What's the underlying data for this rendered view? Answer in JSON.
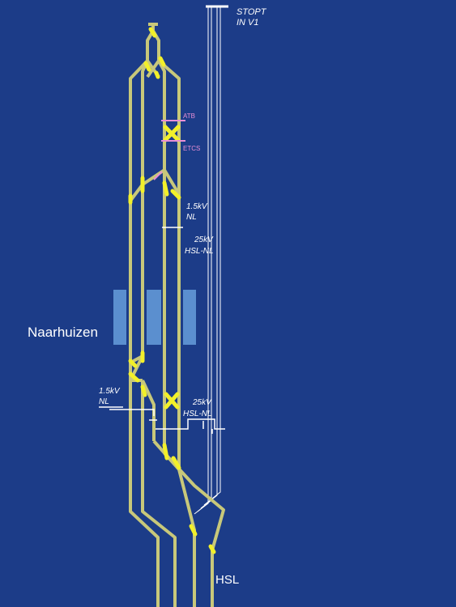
{
  "colors": {
    "background": "#1c3c88",
    "track": "#c8c87a",
    "switch": "#f2f02a",
    "hsl_track": "#ffffff",
    "platform": "#5b8fcf",
    "signal_marker": "#e88fd6",
    "text": "#ffffff"
  },
  "labels": {
    "stopt_line1": "STOPT",
    "stopt_line2": "IN V1",
    "atb": "ATB",
    "etcs": "ETCS",
    "voltage_top_1": "1.5kV",
    "voltage_top_2": "NL",
    "voltage_25_1": "25kV",
    "voltage_25_2": "HSL-NL",
    "station": "Naarhuizen",
    "voltage_left_1": "1.5kV",
    "voltage_left_2": "NL",
    "voltage_lower_1": "25kV",
    "voltage_lower_2": "HSL-NL",
    "hsl": "HSL"
  }
}
